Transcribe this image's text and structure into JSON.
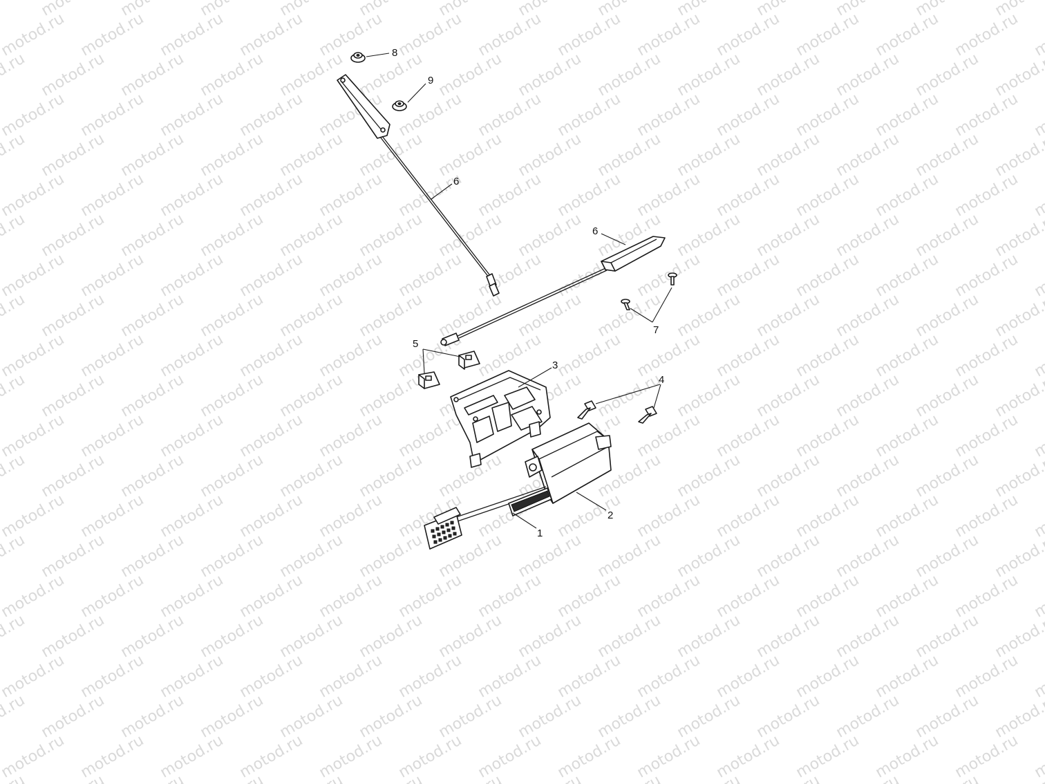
{
  "watermark": {
    "text": "motod.ru",
    "color": "#d9d9d9"
  },
  "callouts": {
    "c1": "1",
    "c2": "2",
    "c3": "3",
    "c4": "4",
    "c5": "5",
    "c6a": "6",
    "c6b": "6",
    "c7": "7",
    "c8": "8",
    "c9": "9"
  },
  "parts": [
    {
      "ref": "1",
      "icon": "connector-harness-icon"
    },
    {
      "ref": "2",
      "icon": "module-housing-icon"
    },
    {
      "ref": "3",
      "icon": "mounting-bracket-icon"
    },
    {
      "ref": "4",
      "icon": "bolt-icon"
    },
    {
      "ref": "5",
      "icon": "rubber-grommet-icon"
    },
    {
      "ref": "6",
      "icon": "antenna-cable-icon"
    },
    {
      "ref": "7",
      "icon": "screw-icon"
    },
    {
      "ref": "8",
      "icon": "nut-icon"
    },
    {
      "ref": "9",
      "icon": "nut-icon"
    }
  ]
}
